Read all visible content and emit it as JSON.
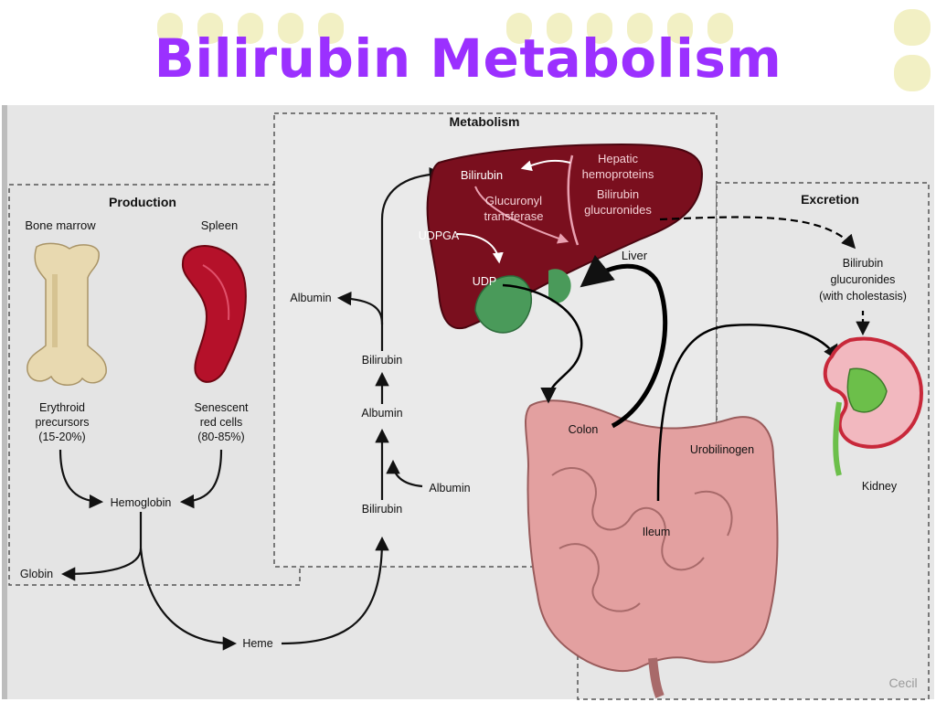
{
  "title": "Bilirubin Metabolism",
  "sections": {
    "production": "Production",
    "metabolism": "Metabolism",
    "excretion": "Excretion"
  },
  "labels": {
    "bone_marrow": "Bone marrow",
    "spleen": "Spleen",
    "erythroid": [
      "Erythroid",
      "precursors",
      "(15-20%)"
    ],
    "senescent": [
      "Senescent",
      "red cells",
      "(80-85%)"
    ],
    "hemoglobin": "Hemoglobin",
    "globin": "Globin",
    "heme": "Heme",
    "albumin_side": "Albumin",
    "albumin_mid": "Albumin",
    "albumin_top": "Albumin",
    "bilirubin_lower": "Bilirubin",
    "bilirubin_upper": "Bilirubin",
    "liver_bilirubin": "Bilirubin",
    "glucuronyl": [
      "Glucuronyl",
      "transferase"
    ],
    "hepatic": [
      "Hepatic",
      "hemoproteins"
    ],
    "bilirubin_glucuronides": [
      "Bilirubin",
      "glucuronides"
    ],
    "udpga": "UDPGA",
    "udp": "UDP",
    "liver": "Liver",
    "colon": "Colon",
    "ileum": "Ileum",
    "urobilinogen": "Urobilinogen",
    "excretion_glucuronides": [
      "Bilirubin",
      "glucuronides",
      "(with cholestasis)"
    ],
    "kidney": "Kidney"
  },
  "credit": "Cecil",
  "colors": {
    "title": "#9b30ff",
    "liver": "#7a0f1e",
    "spleen": "#b5112a",
    "bone": "#e8d9b0",
    "gallbladder": "#4a9a5a",
    "intestine": "#e3a0a0",
    "kidney_outer": "#c8283a",
    "kidney_inner": "#6cbf4a",
    "panel_bg": "#e8e8e8",
    "dots": "#f2f0c4"
  }
}
